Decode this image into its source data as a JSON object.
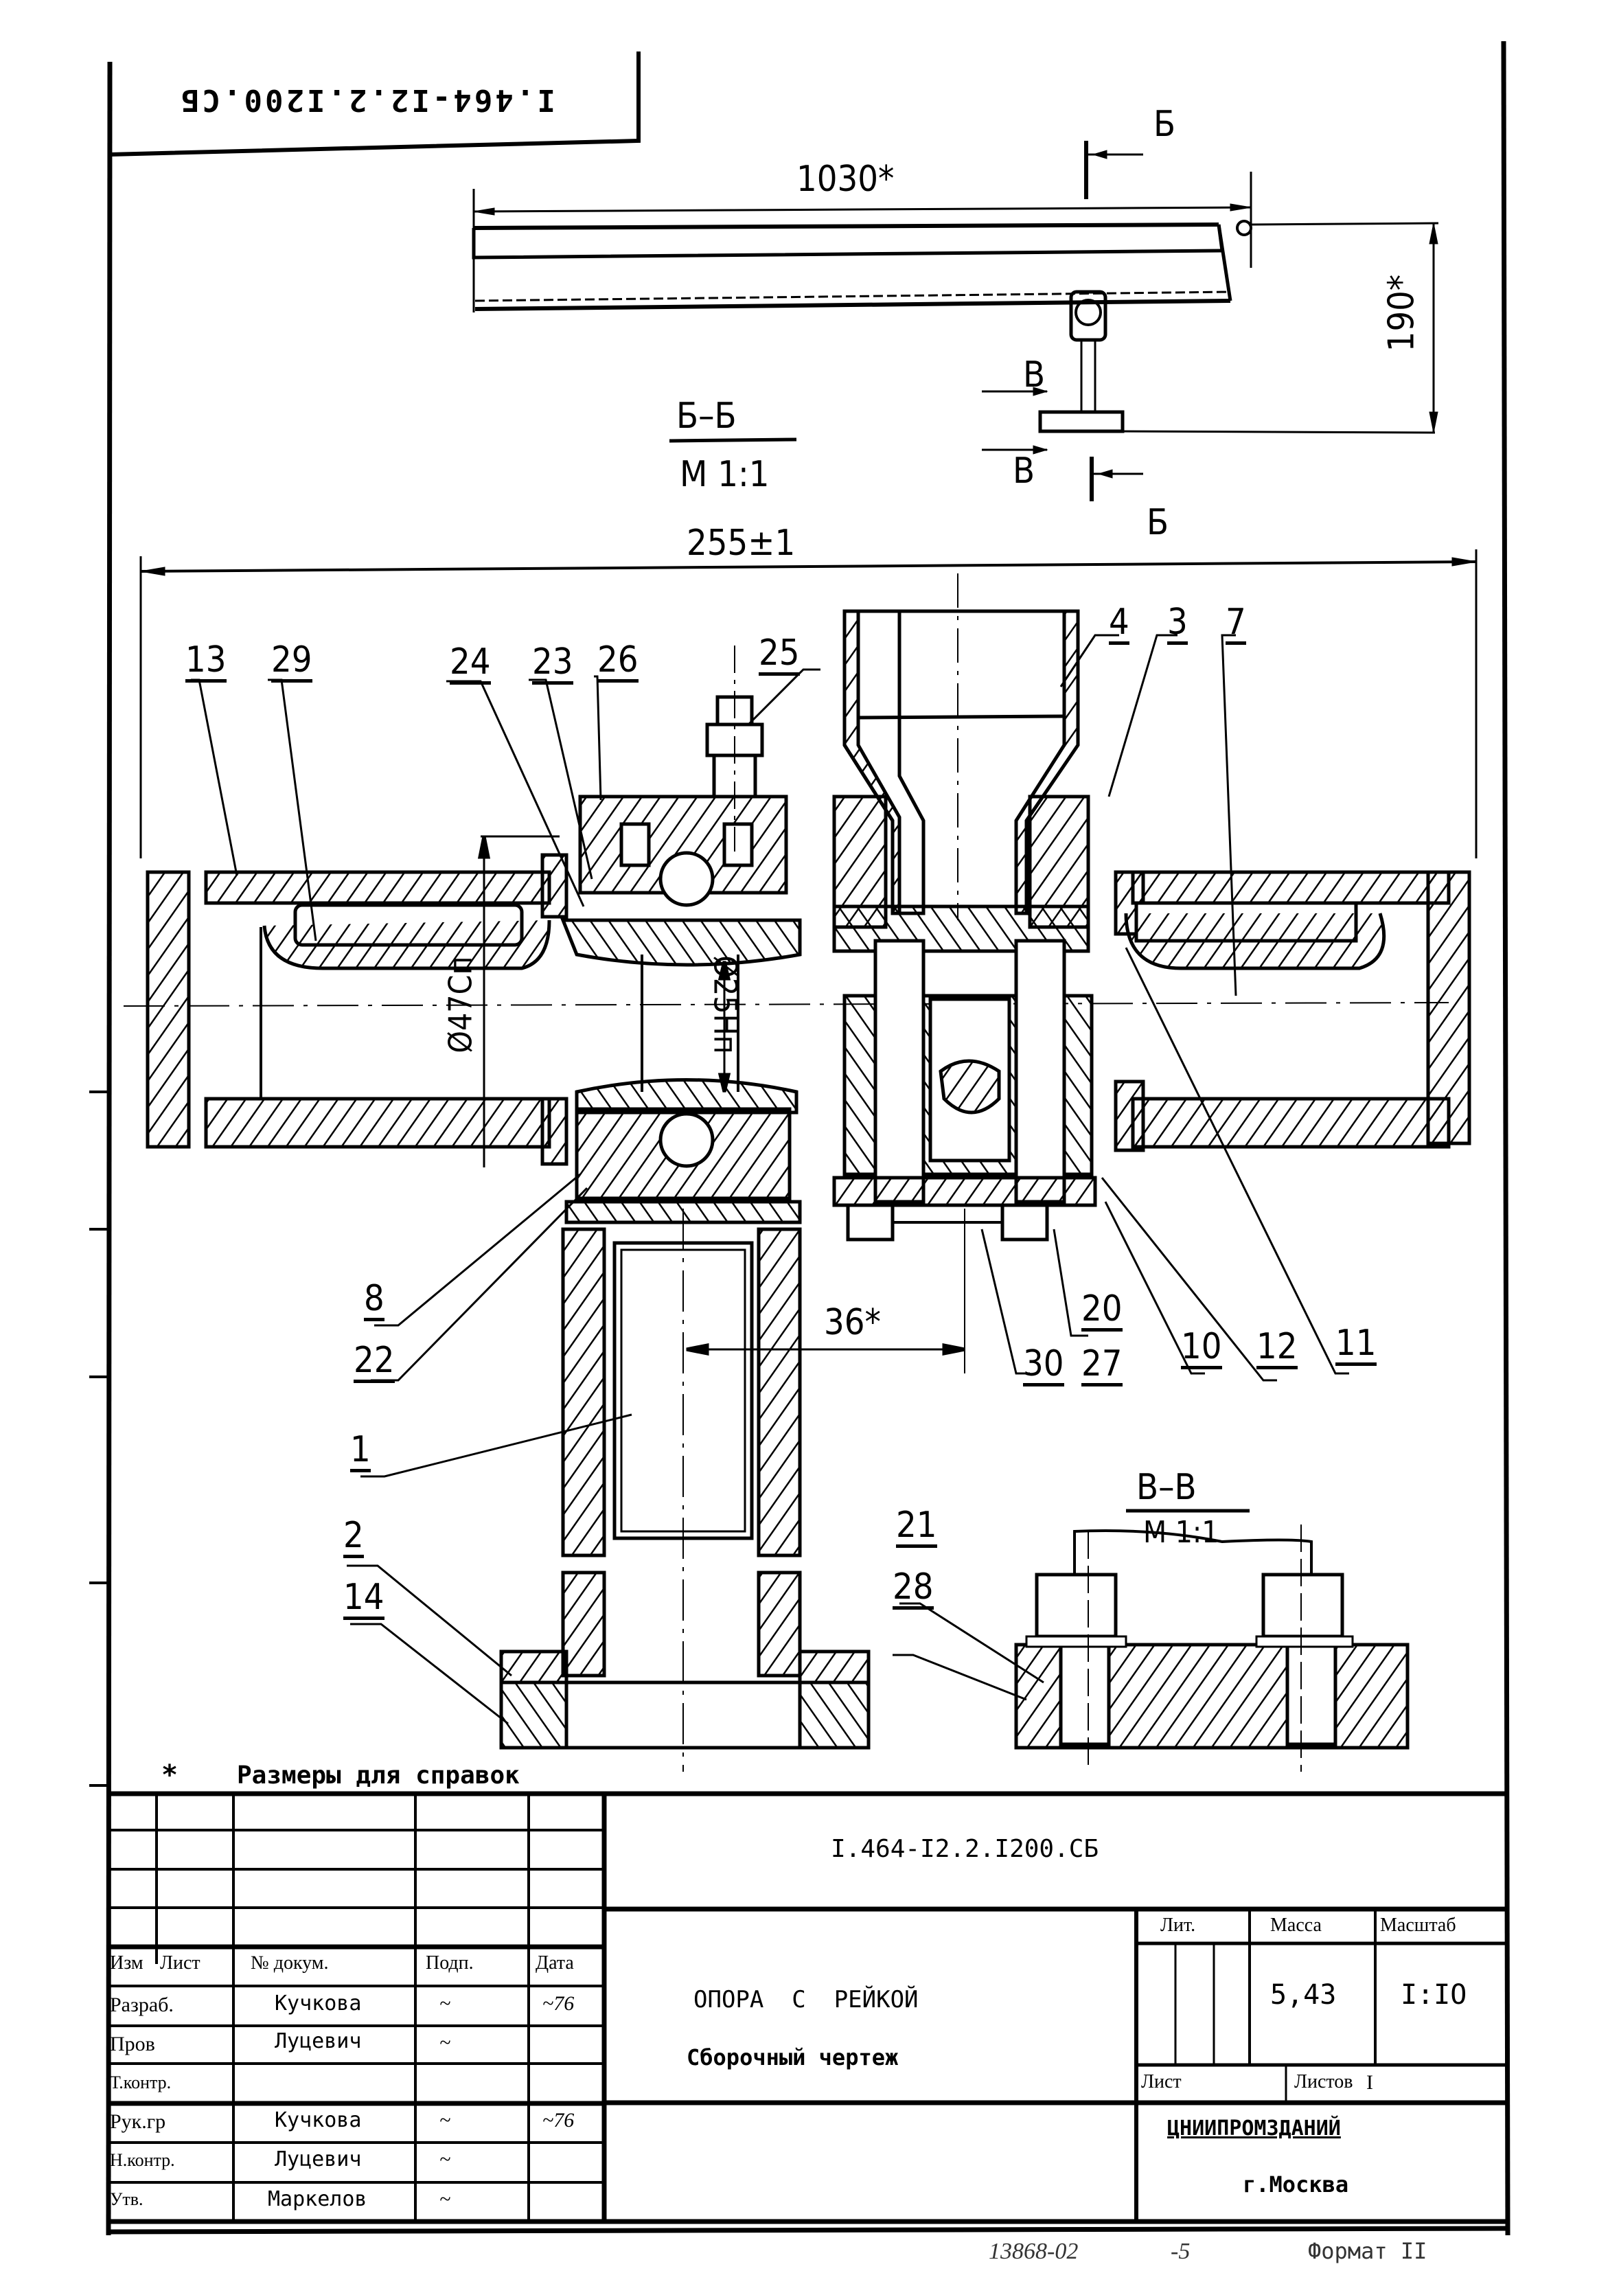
{
  "stamp_rotated": {
    "code": "I.464-I2.2.I200.СБ"
  },
  "top_view": {
    "dim_length": "1030*",
    "dim_height": "190*",
    "section_mark_top": "Б",
    "section_mark_bottom": "Б",
    "cut_mark_top": "В",
    "cut_mark_bottom": "В"
  },
  "section_bb": {
    "title": "Б–Б",
    "scale": "М 1:1"
  },
  "main_view": {
    "dim_overall": "255±1",
    "dim_outer_dia": "Ø47Сп",
    "dim_inner_dia": "Ø25Нп",
    "dim_offset": "36*",
    "part_labels_top": [
      "13",
      "29",
      "24",
      "23",
      "26",
      "25",
      "4",
      "3",
      "7"
    ],
    "part_labels_left": [
      "8",
      "22",
      "1",
      "2",
      "14"
    ],
    "part_labels_bottom": [
      "30",
      "20",
      "27",
      "10",
      "12",
      "11"
    ]
  },
  "section_vv": {
    "title": "В–В",
    "scale": "М 1:1",
    "labels": [
      "21",
      "28"
    ]
  },
  "note": {
    "star": "*",
    "text": "Размеры для справок"
  },
  "title_block": {
    "doc_code": "I.464-I2.2.I200.СБ",
    "headers": {
      "izm": "Изм",
      "list": "Лист",
      "doc_no": "№ докум.",
      "sign": "Подп.",
      "date": "Дата"
    },
    "rows": [
      {
        "role": "Разраб.",
        "name": "Кучкова",
        "sign": "~",
        "date": "~76"
      },
      {
        "role": "Пров",
        "name": "Луцевич",
        "sign": "~",
        "date": ""
      },
      {
        "role": "Т.контр.",
        "name": "",
        "sign": "",
        "date": ""
      },
      {
        "role": "Рук.гр",
        "name": "Кучкова",
        "sign": "~",
        "date": "~76"
      },
      {
        "role": "Н.контр.",
        "name": "Луцевич",
        "sign": "~",
        "date": ""
      },
      {
        "role": "Утв.",
        "name": "Маркелов",
        "sign": "~",
        "date": ""
      }
    ],
    "product_name": "ОПОРА  С  РЕЙКОЙ",
    "doc_type": "Сборочный чертеж",
    "lit_label": "Лит.",
    "mass_label": "Масса",
    "scale_label": "Масштаб",
    "mass_value": "5,43",
    "scale_value": "I:IO",
    "sheet_label": "Лист",
    "sheets_label": "Листов",
    "sheets_value": "I",
    "org_name": "ЦНИИПРОМЗДАНИЙ",
    "org_city": "г.Москва"
  },
  "footer": {
    "archive_no": "13868-02",
    "sheet_no": "-5",
    "format": "Формат II"
  }
}
